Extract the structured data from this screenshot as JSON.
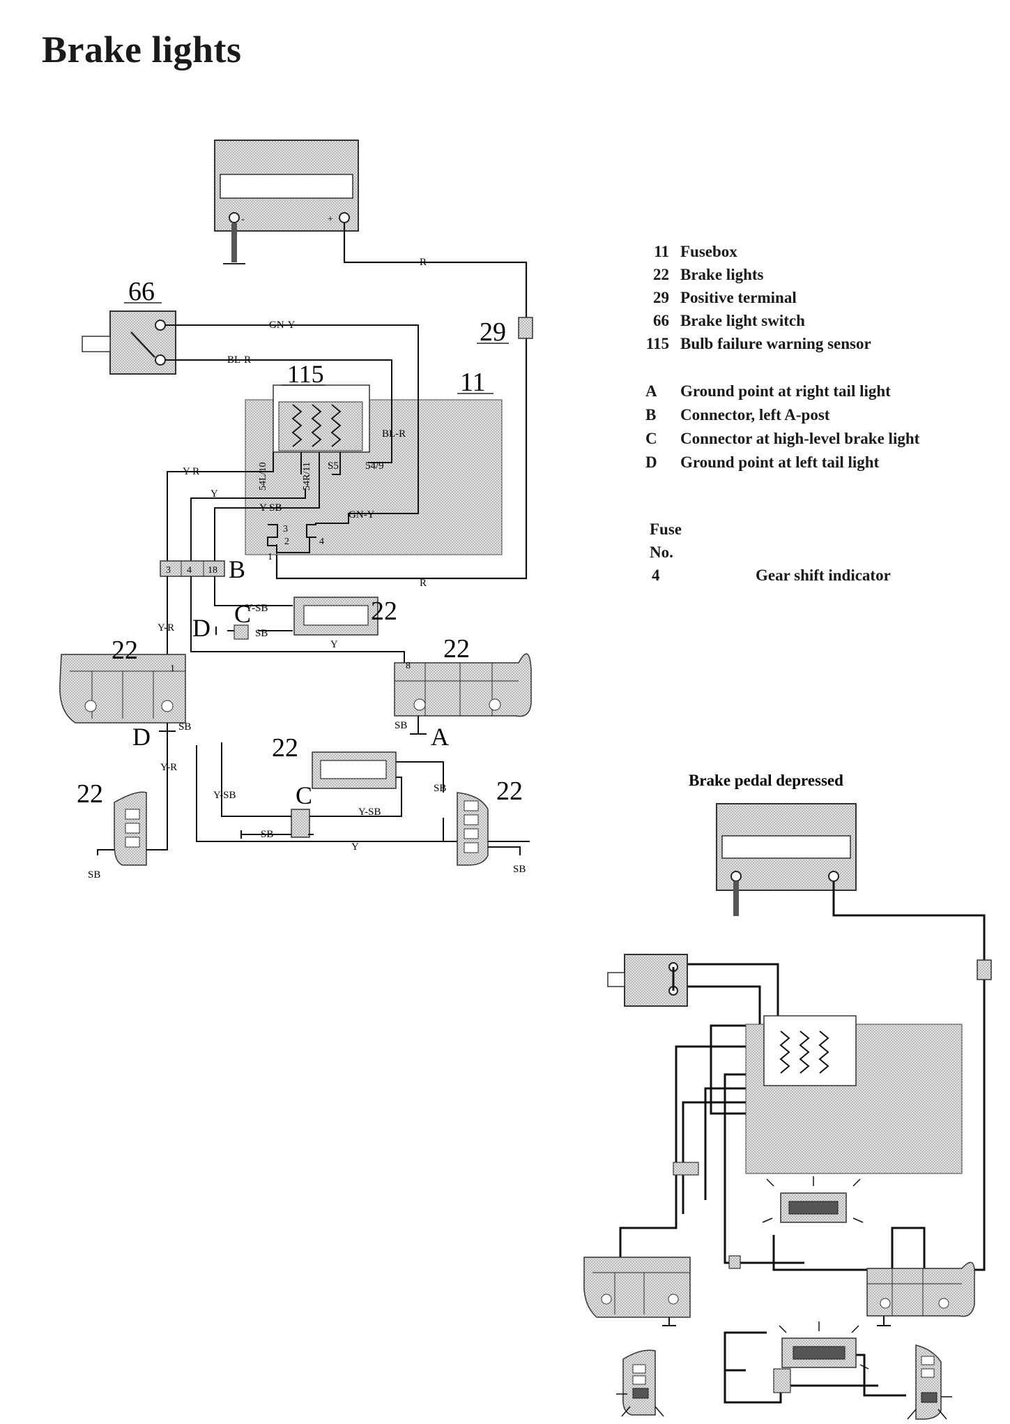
{
  "title": "Brake lights",
  "legend": {
    "components": [
      {
        "num": "11",
        "text": "Fusebox"
      },
      {
        "num": "22",
        "text": "Brake lights"
      },
      {
        "num": "29",
        "text": "Positive terminal"
      },
      {
        "num": "66",
        "text": "Brake light switch"
      },
      {
        "num": "115",
        "text": "Bulb failure warning sensor"
      }
    ],
    "points": [
      {
        "num": "A",
        "text": "Ground point at right tail light"
      },
      {
        "num": "B",
        "text": "Connector, left A-post"
      },
      {
        "num": "C",
        "text": "Connector at high-level brake light"
      },
      {
        "num": "D",
        "text": "Ground point at left tail light"
      }
    ],
    "fuse_header_1": "Fuse",
    "fuse_header_2": "No.",
    "fuses": [
      {
        "num": "4",
        "text": "Gear shift indicator"
      }
    ]
  },
  "diagram": {
    "labels": {
      "n66": "66",
      "n115": "115",
      "n11": "11",
      "n29": "29",
      "n22": "22",
      "lB": "B",
      "lC": "C",
      "lD": "D",
      "lA": "A",
      "plus": "+",
      "minus": "-"
    },
    "wires": {
      "R": "R",
      "GN_Y": "GN-Y",
      "BL_R": "BL-R",
      "Y_R": "Y-R",
      "Y": "Y",
      "Y_SB": "Y-SB",
      "SB": "SB"
    },
    "pins": {
      "p54L10": "54L/10",
      "p54R11": "54R/11",
      "pS5": "S5",
      "p549": "54/9",
      "p1": "1",
      "p2": "2",
      "p3": "3",
      "p4": "4",
      "p8": "8",
      "p18": "18"
    },
    "second_title": "Brake pedal depressed"
  }
}
